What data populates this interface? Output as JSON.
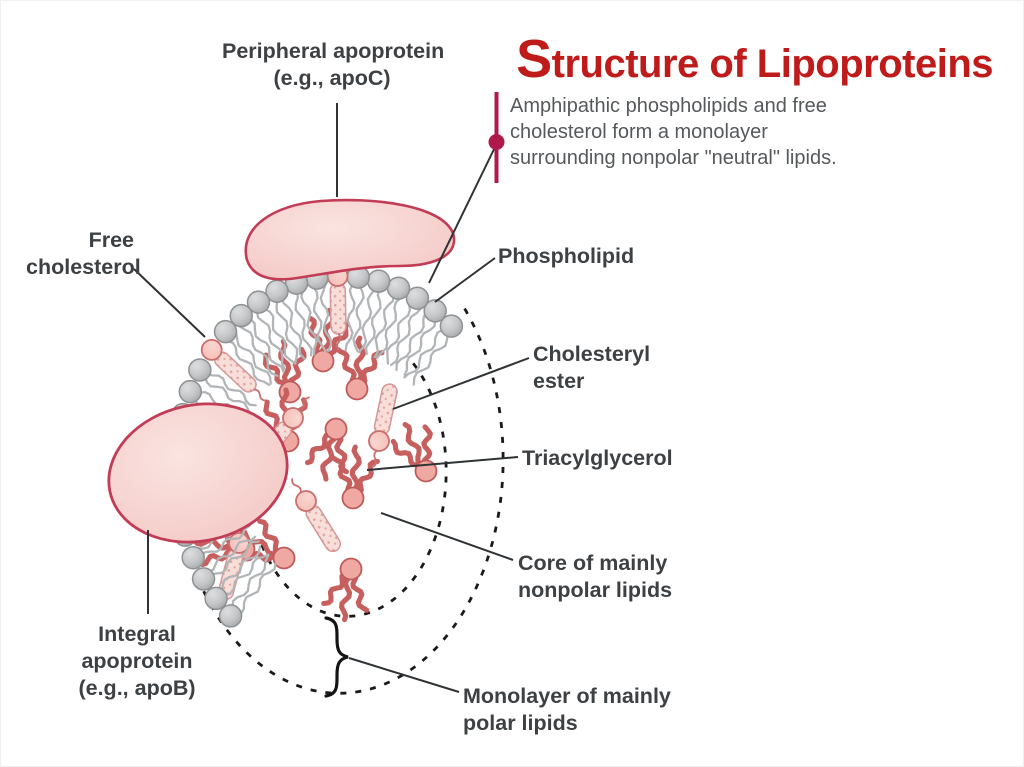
{
  "title": {
    "initial": "S",
    "rest": "tructure of Lipoproteins"
  },
  "annotation": {
    "lines": [
      "Amphipathic phospholipids and free",
      "cholesterol form a monolayer",
      "surrounding nonpolar \"neutral\" lipids."
    ]
  },
  "labels": {
    "peripheral_apoprotein": {
      "lines": [
        "Peripheral apoprotein",
        "(e.g., apoC)"
      ]
    },
    "free_cholesterol": {
      "lines": [
        "Free",
        "cholesterol"
      ]
    },
    "phospholipid": {
      "text": "Phospholipid"
    },
    "cholesteryl_ester": {
      "lines": [
        "Cholesteryl",
        "ester"
      ]
    },
    "triacylglycerol": {
      "text": "Triacylglycerol"
    },
    "core_nonpolar": {
      "lines": [
        "Core of mainly",
        "nonpolar lipids"
      ]
    },
    "monolayer_polar": {
      "lines": [
        "Monolayer of mainly",
        "polar lipids"
      ]
    },
    "integral_apoprotein": {
      "lines": [
        "Integral",
        "apoprotein",
        "(e.g., apoB)"
      ]
    }
  },
  "colors": {
    "title_red": "#c01b1b",
    "label_text": "#3d4144",
    "annotation_text": "#55595b",
    "annotation_accent": "#b01a4a",
    "leader_line": "#2f3335",
    "dashed_circle": "#1a1a1a",
    "head_gray_light": "#dcdedf",
    "head_gray_mid": "#c5c7c9",
    "head_gray_dark": "#a3a6a8",
    "head_gray_stroke": "#8f9294",
    "tail_gray": "#b2b5b7",
    "pink_fill_light": "#fae4e1",
    "pink_fill": "#f3c5c2",
    "pink_stroke": "#c23c55",
    "mol_red": "#c75f5f",
    "mol_red_stroke": "#c05b5b",
    "mol_head_fill": "#efa9a2",
    "rod_fill": "#f8ded9",
    "rod_stroke": "#d49898",
    "rod_speckle": "#e2a39d",
    "fc_head_fill": "#f4bcb4",
    "fc_head_stroke": "#c96f6f",
    "brace": "#141414"
  }
}
